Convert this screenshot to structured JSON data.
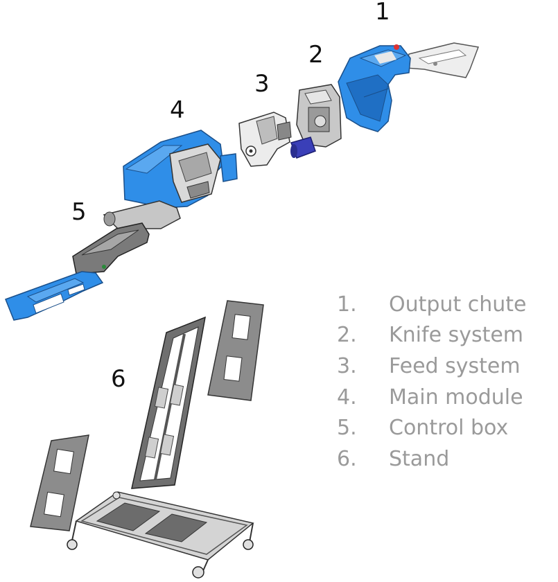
{
  "callouts": [
    {
      "id": "1",
      "label": "1"
    },
    {
      "id": "2",
      "label": "2"
    },
    {
      "id": "3",
      "label": "3"
    },
    {
      "id": "4",
      "label": "4"
    },
    {
      "id": "5",
      "label": "5"
    },
    {
      "id": "6",
      "label": "6"
    }
  ],
  "legend": [
    {
      "number": "1.",
      "text": "Output chute"
    },
    {
      "number": "2.",
      "text": "Knife system"
    },
    {
      "number": "3.",
      "text": "Feed system"
    },
    {
      "number": "4.",
      "text": "Main module"
    },
    {
      "number": "5.",
      "text": "Control box"
    },
    {
      "number": "6.",
      "text": "Stand"
    }
  ],
  "colors": {
    "housing_blue": "#2f8ee8",
    "housing_dark_blue": "#1f6fc4",
    "motor_blue": "#3a3fb8",
    "frame_grey": "#7a7a7a",
    "panel_grey": "#8c8c8c",
    "legend_text": "#9a9a9a",
    "callout_text": "#111111"
  }
}
